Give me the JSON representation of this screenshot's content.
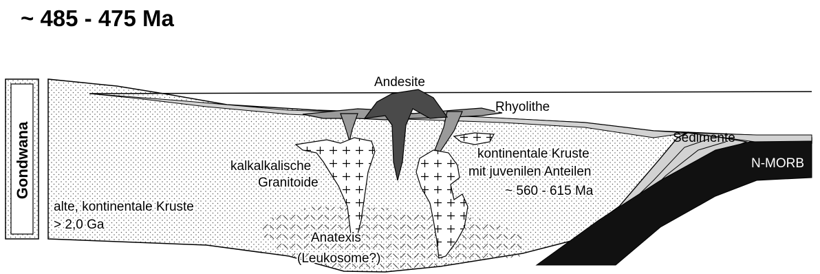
{
  "title": "~ 485 - 475 Ma",
  "side_label": "Gondwana",
  "labels": {
    "andesite": "Andesite",
    "rhyolithe": "Rhyolithe",
    "sedimente": "Sedimente",
    "nmorb": "N-MORB",
    "granitoide_1": "kalkalkalische",
    "granitoide_2": "Granitoide",
    "kruste_new_1": "kontinentale Kruste",
    "kruste_new_2": "mit juvenilen Anteilen",
    "kruste_new_3": "~ 560 - 615 Ma",
    "kruste_old_1": "alte, kontinentale Kruste",
    "kruste_old_2": "> 2,0 Ga",
    "anatexis_1": "Anatexis",
    "anatexis_2": "(Leukosome?)"
  },
  "colors": {
    "andesite": "#4a4a4a",
    "rhyolithe": "#9a9a9a",
    "sediment": "#d2d2d2",
    "nmorb": "#111111",
    "crust_dots": "#555555"
  }
}
